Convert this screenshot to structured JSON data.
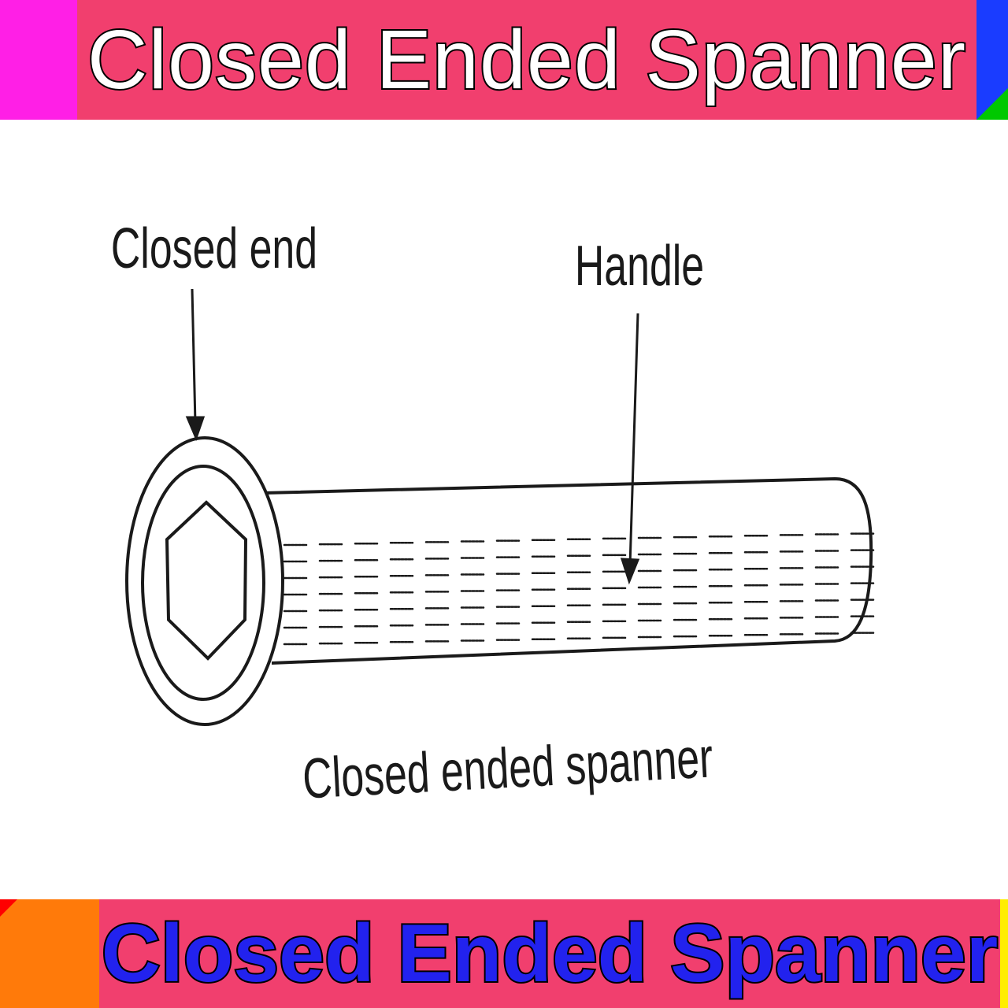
{
  "header": {
    "title": "Closed Ended Spanner"
  },
  "diagram": {
    "labels": {
      "closed_end": "Closed end",
      "handle": "Handle",
      "caption": "Closed ended spanner"
    }
  },
  "footer": {
    "title": "Closed Ended Spanner"
  },
  "colors": {
    "banner": "#f13f6e",
    "accent_magenta": "#ff1fe6",
    "accent_orange": "#ff7a0a",
    "footer_text": "#2222ee",
    "header_text": "#ffffff"
  },
  "icons": {
    "spanner": "closed-ended-spanner-illustration"
  }
}
